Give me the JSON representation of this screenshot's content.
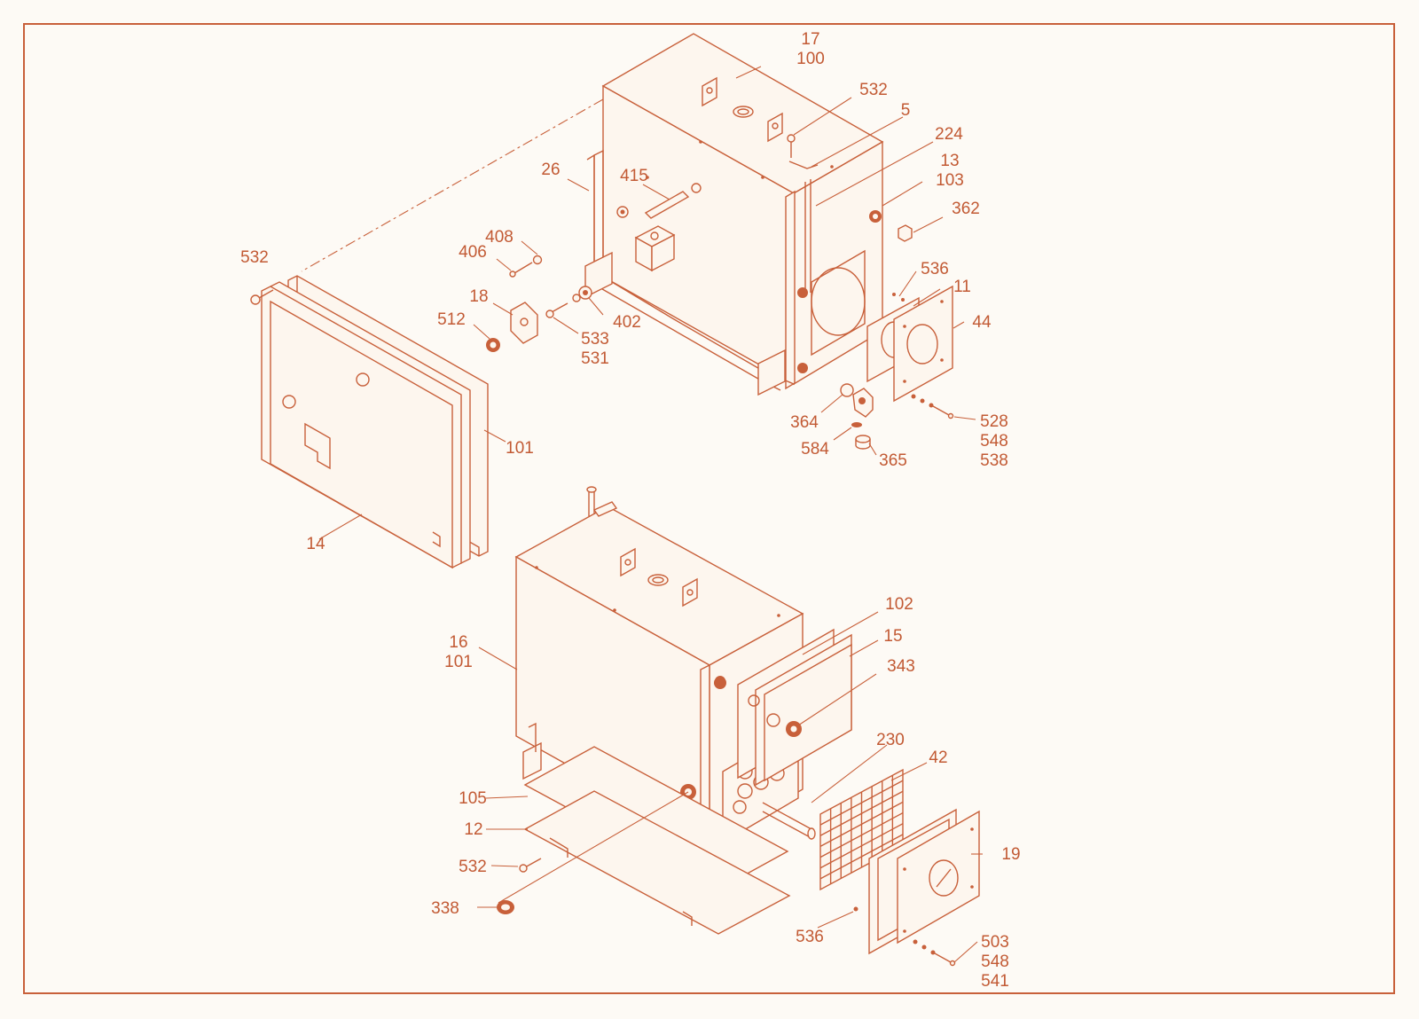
{
  "drawing": {
    "colors": {
      "line": "#c8603a",
      "text": "#c25a34",
      "background": "#fdfaf5"
    },
    "callouts": [
      {
        "id": "c17",
        "lines": [
          "17",
          "100"
        ]
      },
      {
        "id": "c532a",
        "lines": [
          "532"
        ]
      },
      {
        "id": "c5",
        "lines": [
          "5"
        ]
      },
      {
        "id": "c224",
        "lines": [
          "224"
        ]
      },
      {
        "id": "c13",
        "lines": [
          "13",
          "103"
        ]
      },
      {
        "id": "c362",
        "lines": [
          "362"
        ]
      },
      {
        "id": "c26",
        "lines": [
          "26"
        ]
      },
      {
        "id": "c415",
        "lines": [
          "415"
        ]
      },
      {
        "id": "c532b",
        "lines": [
          "532"
        ]
      },
      {
        "id": "c408",
        "lines": [
          "408"
        ]
      },
      {
        "id": "c406",
        "lines": [
          "406"
        ]
      },
      {
        "id": "c18",
        "lines": [
          "18"
        ]
      },
      {
        "id": "c512",
        "lines": [
          "512"
        ]
      },
      {
        "id": "c402",
        "lines": [
          "402"
        ]
      },
      {
        "id": "c533",
        "lines": [
          "533",
          "531"
        ]
      },
      {
        "id": "c536a",
        "lines": [
          "536"
        ]
      },
      {
        "id": "c11",
        "lines": [
          "11"
        ]
      },
      {
        "id": "c44",
        "lines": [
          "44"
        ]
      },
      {
        "id": "c364",
        "lines": [
          "364"
        ]
      },
      {
        "id": "c584",
        "lines": [
          "584"
        ]
      },
      {
        "id": "c365",
        "lines": [
          "365"
        ]
      },
      {
        "id": "c528",
        "lines": [
          "528",
          "548",
          "538"
        ]
      },
      {
        "id": "c101a",
        "lines": [
          "101"
        ]
      },
      {
        "id": "c14",
        "lines": [
          "14"
        ]
      },
      {
        "id": "c102",
        "lines": [
          "102"
        ]
      },
      {
        "id": "c15",
        "lines": [
          "15"
        ]
      },
      {
        "id": "c16",
        "lines": [
          "16",
          "101"
        ]
      },
      {
        "id": "c343",
        "lines": [
          "343"
        ]
      },
      {
        "id": "c230",
        "lines": [
          "230"
        ]
      },
      {
        "id": "c42",
        "lines": [
          "42"
        ]
      },
      {
        "id": "c105",
        "lines": [
          "105"
        ]
      },
      {
        "id": "c12",
        "lines": [
          "12"
        ]
      },
      {
        "id": "c532c",
        "lines": [
          "532"
        ]
      },
      {
        "id": "c19",
        "lines": [
          "19"
        ]
      },
      {
        "id": "c338",
        "lines": [
          "338"
        ]
      },
      {
        "id": "c536b",
        "lines": [
          "536"
        ]
      },
      {
        "id": "c503",
        "lines": [
          "503",
          "548",
          "541"
        ]
      }
    ]
  }
}
